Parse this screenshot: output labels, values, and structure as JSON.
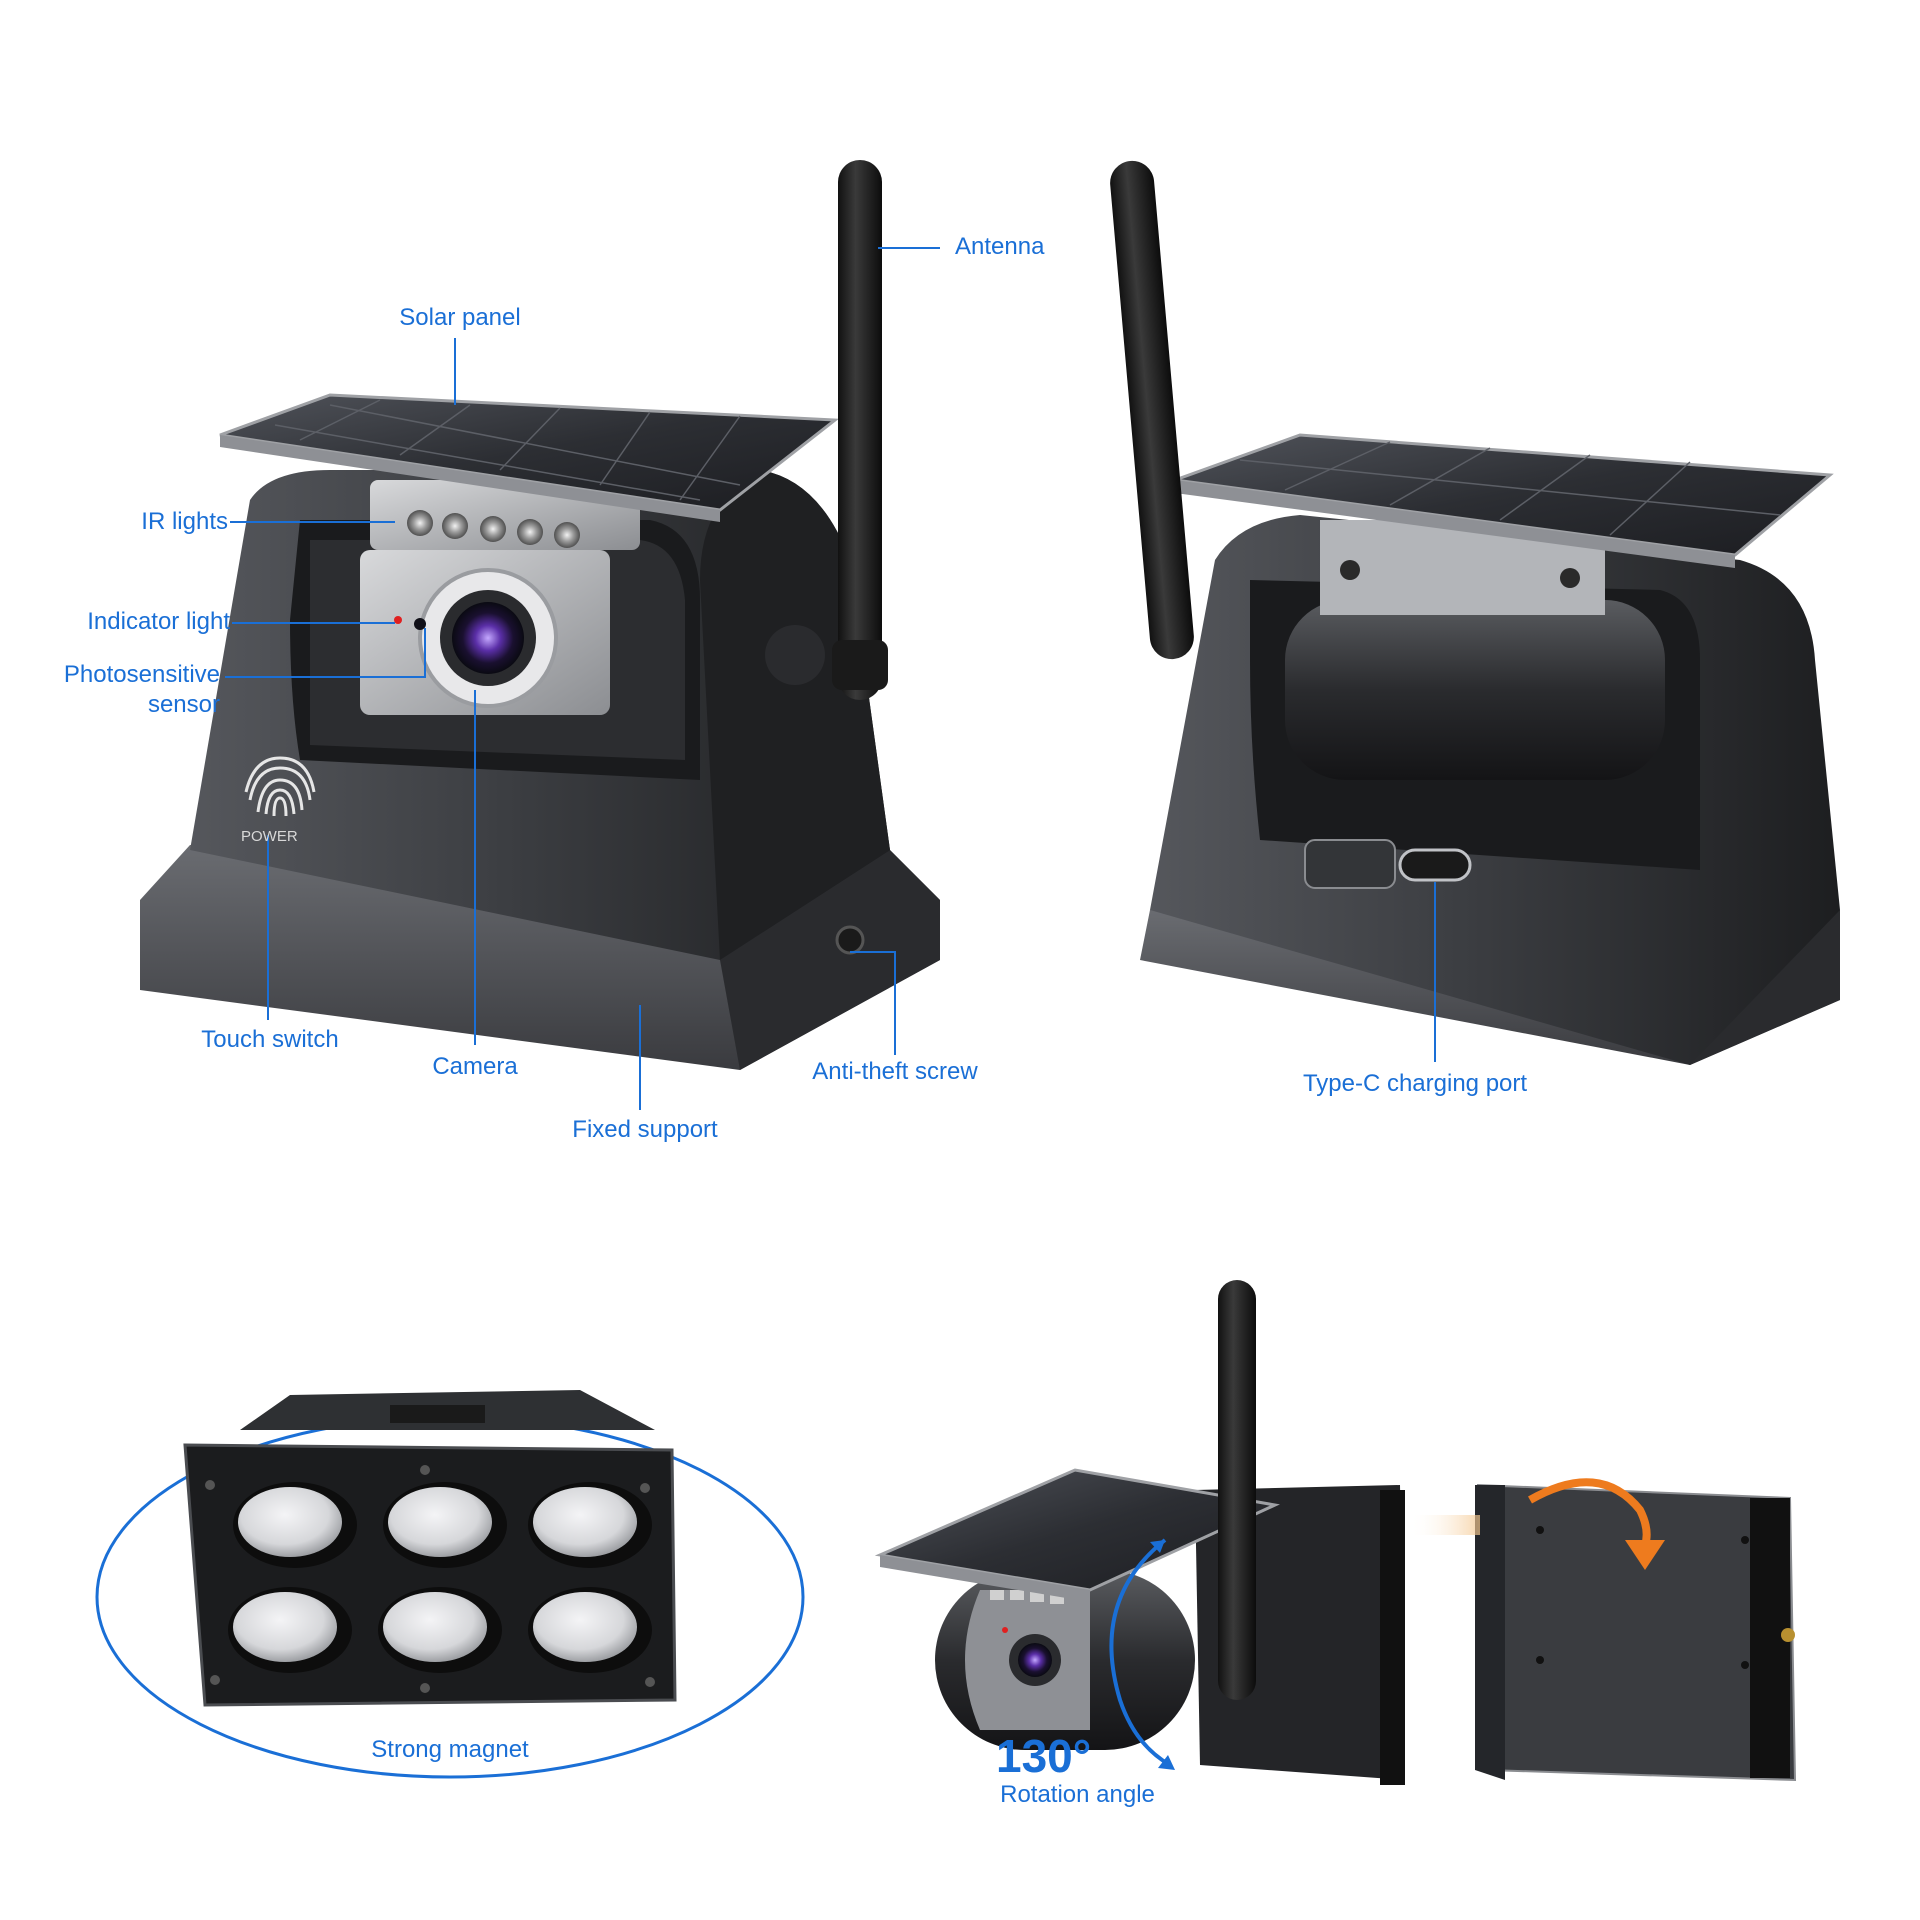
{
  "colors": {
    "label": "#1a6fd6",
    "leader": "#1a6fd6",
    "accent_arrow": "#ee7b1e",
    "device_body": "#3a3b3e",
    "device_dark": "#1e1f21",
    "solar": "#2b2d31"
  },
  "labels": {
    "antenna": "Antenna",
    "solar_panel": "Solar panel",
    "ir_lights": "IR lights",
    "indicator_light": "Indicator light",
    "photosensitive_line1": "Photosensitive",
    "photosensitive_line2": "sensor",
    "touch_switch": "Touch switch",
    "camera": "Camera",
    "fixed_support": "Fixed support",
    "anti_theft_screw": "Anti-theft screw",
    "type_c_port": "Type-C charging port",
    "strong_magnet": "Strong magnet",
    "rotation_value": "130°",
    "rotation_label": "Rotation angle",
    "power_text": "POWER"
  },
  "icons": [
    "fingerprint-icon",
    "rotation-arrow-icon",
    "mount-arrow-icon"
  ]
}
